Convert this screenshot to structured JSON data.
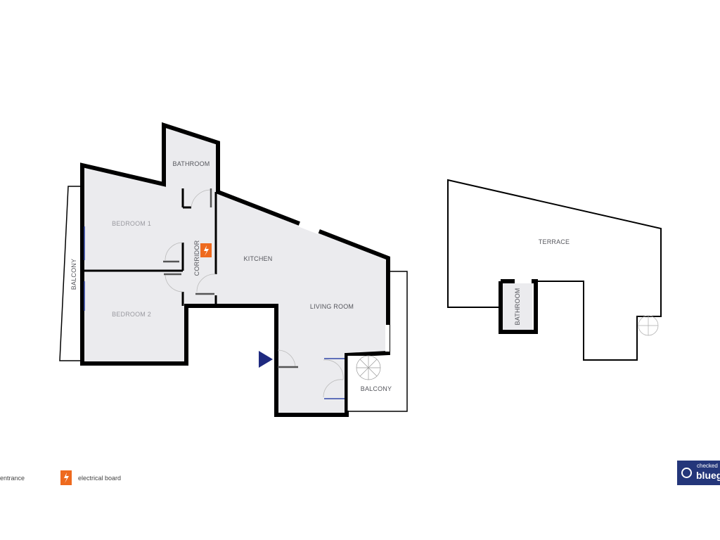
{
  "rooms": {
    "bathroom": "BATHROOM",
    "bedroom1": "BEDROOM 1",
    "bedroom2": "BEDROOM 2",
    "corridor": "CORRIDOR",
    "kitchen": "KITCHEN",
    "living_room": "LIVING ROOM",
    "balcony_left": "BALCONY",
    "balcony_right": "BALCONY",
    "terrace": "TERRACE",
    "terrace_bathroom": "BATHROOM"
  },
  "legend": {
    "entrance": "entrance",
    "electrical_board": "electrical board"
  },
  "logo": {
    "line1": "checked",
    "line2": "blueg"
  },
  "colors": {
    "floor": "#ebebee",
    "wall": "#000000",
    "entrance_marker": "#1f2a80",
    "electrical": "#ee6a1e",
    "logo_bg": "#24367a"
  }
}
